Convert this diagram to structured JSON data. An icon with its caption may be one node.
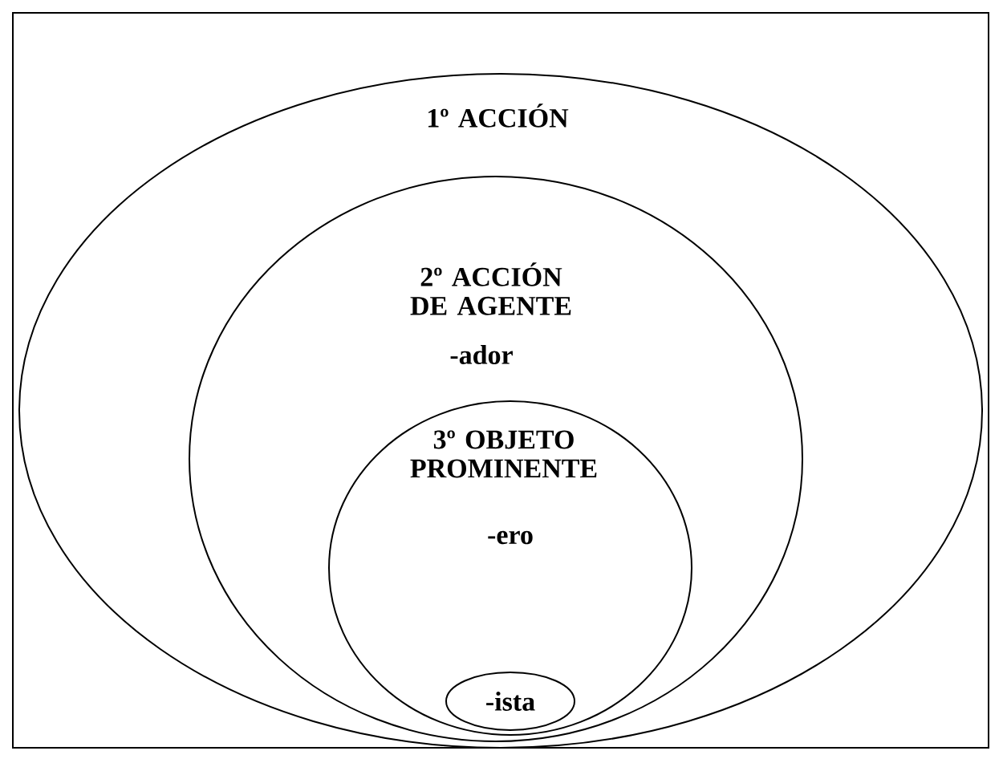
{
  "diagram": {
    "nodes": [
      {
        "text": [
          "1º ACCIÓN"
        ]
      },
      {
        "text": [
          "2º ACCIÓN DE AGENTE",
          "-ador"
        ],
        "in": 0
      },
      {
        "text": [
          "3º OBJETO PROMINENTE",
          "-ero"
        ],
        "in": 1
      },
      {
        "text": [
          "-ista"
        ],
        "in": 2
      }
    ]
  }
}
